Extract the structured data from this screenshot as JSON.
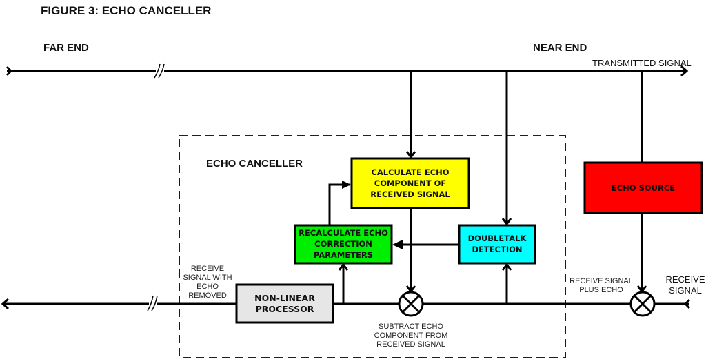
{
  "figure": {
    "title": "FIGURE 3: ECHO CANCELLER",
    "far_end_label": "FAR END",
    "near_end_label": "NEAR END",
    "transmitted_signal_label": "TRANSMITTED SIGNAL",
    "receive_signal_label": [
      "RECEIVE",
      "SIGNAL"
    ],
    "group_label": "ECHO CANCELLER",
    "receive_with_echo_removed_label": [
      "RECEIVE",
      "SIGNAL WITH",
      "ECHO",
      "REMOVED"
    ],
    "receive_plus_echo_label": [
      "RECEIVE SIGNAL",
      "PLUS ECHO"
    ],
    "subtract_label": [
      "SUBTRACT ECHO",
      "COMPONENT FROM",
      "RECEIVED SIGNAL"
    ]
  },
  "blocks": {
    "calculate": {
      "lines": [
        "CALCULATE ECHO",
        "COMPONENT OF",
        "RECEIVED SIGNAL"
      ],
      "color": "#ffff00"
    },
    "recalculate": {
      "lines": [
        "RECALCULATE ECHO",
        "CORRECTION",
        "PARAMETERS"
      ],
      "color": "#00ee00"
    },
    "doubletalk": {
      "lines": [
        "DOUBLETALK",
        "DETECTION"
      ],
      "color": "#00ffff"
    },
    "nonlinear": {
      "lines": [
        "NON-LINEAR",
        "PROCESSOR"
      ],
      "color": "#e6e6e6"
    },
    "echo_source": {
      "lines": [
        "ECHO SOURCE"
      ],
      "color": "#ff0000"
    }
  }
}
